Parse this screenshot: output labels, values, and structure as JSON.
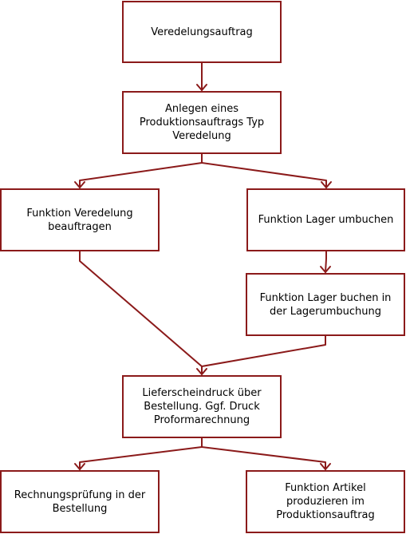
{
  "nodes": {
    "veredelungsauftrag": "Veredelungsauftrag",
    "anlegen": "Anlegen eines\nProduktionsauftrags Typ\nVeredelung",
    "funktion_veredelung": "Funktion Veredelung\nbeauftragen",
    "funktion_lager_umbuchen": "Funktion Lager umbuchen",
    "funktion_lager_buchen": "Funktion Lager buchen in\nder Lagerumbuchung",
    "lieferscheindruck": "Lieferscheindruck über\nBestellung.  Ggf. Druck\nProformarechnung",
    "rechnungspruefung": "Rechnungsprüfung in der\nBestellung",
    "funktion_artikel": "Funktion Artikel\nproduzieren im\nProduktionsauftrag"
  },
  "colors": {
    "stroke": "#8b1a1a",
    "text": "#000000",
    "background": "#ffffff"
  }
}
